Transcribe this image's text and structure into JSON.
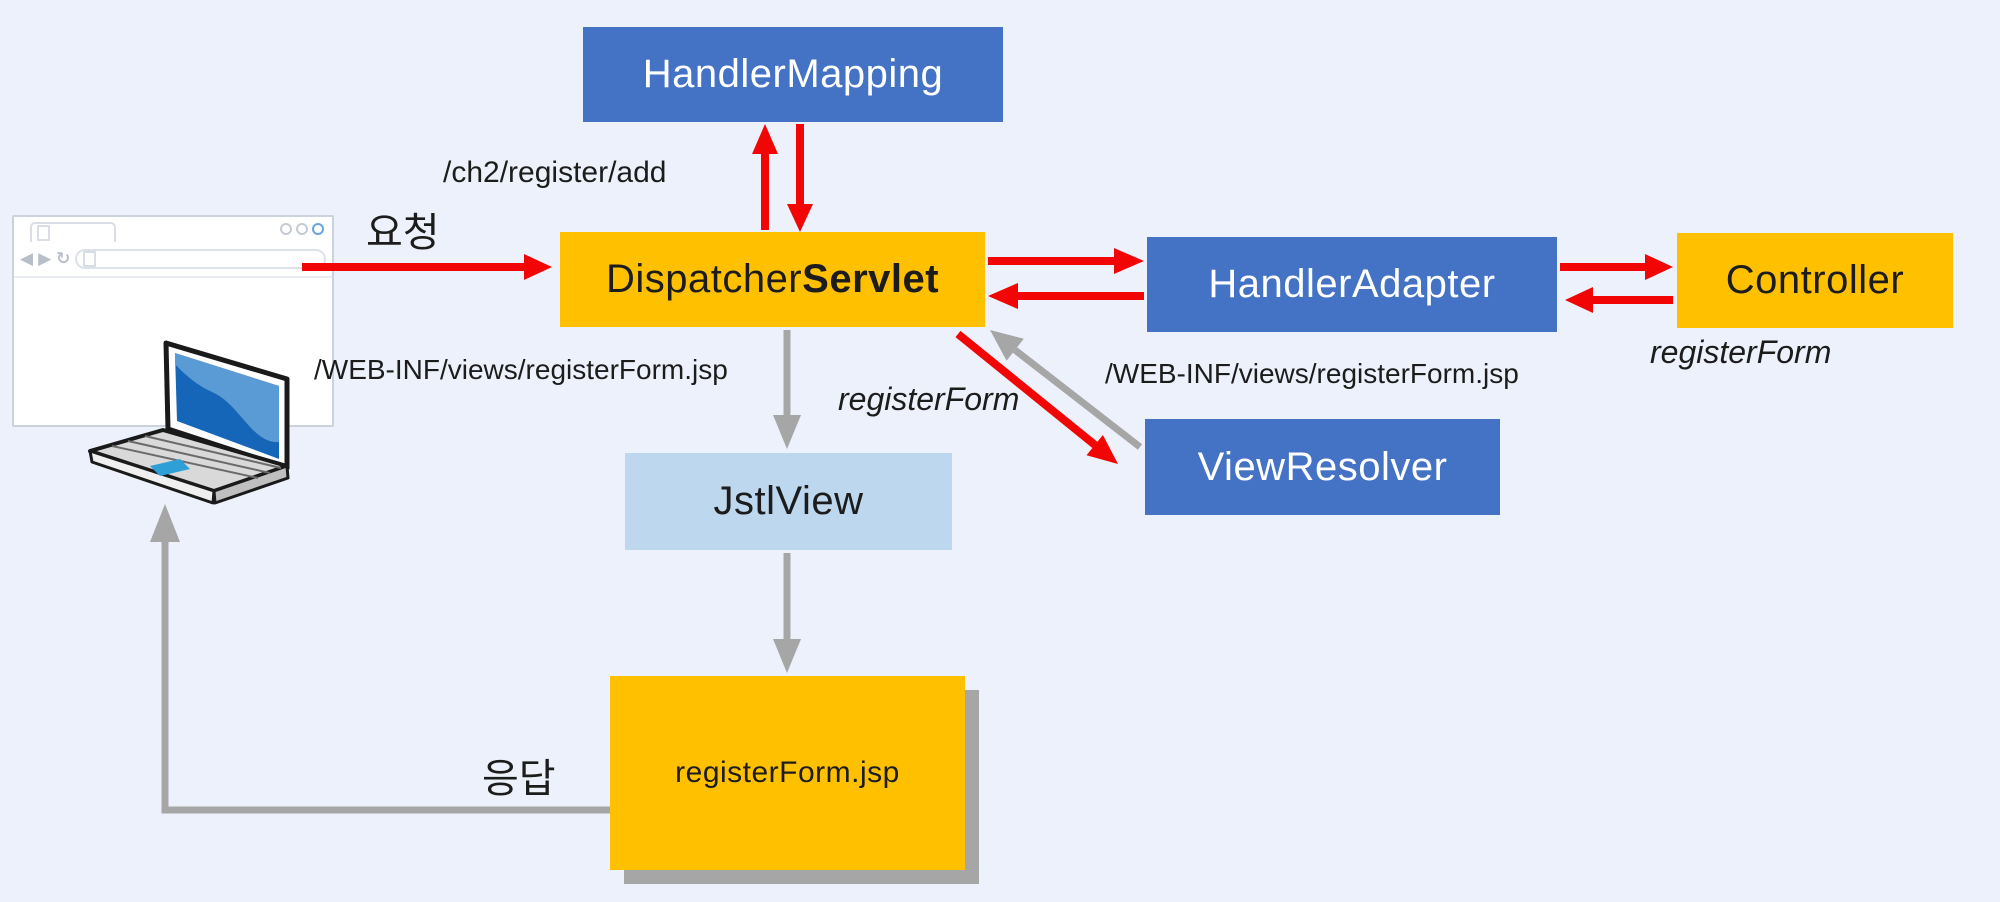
{
  "title": "Spring MVC request flow diagram",
  "colors": {
    "background": "#edf1fb",
    "box_blue": "#4472c4",
    "box_gold": "#ffc000",
    "box_lightblue": "#bdd7ee",
    "arrow_red": "#f20505",
    "arrow_gray": "#a6a6a6",
    "text_dark": "#1c1c1c",
    "text_white": "#ffffff",
    "shadow_gray": "#a6a6a6",
    "laptop_screen_dark": "#1565b8",
    "laptop_screen_light": "#5b9bd5",
    "laptop_body": "#d9d9d9",
    "laptop_touchpad": "#2f9fd8"
  },
  "nodes": {
    "handler_mapping": {
      "label": "HandlerMapping"
    },
    "dispatcher_servlet": {
      "label_regular": "Dispatcher",
      "label_bold": "Servlet"
    },
    "handler_adapter": {
      "label": "HandlerAdapter"
    },
    "controller": {
      "label": "Controller"
    },
    "view_resolver": {
      "label": "ViewResolver"
    },
    "jstl_view": {
      "label": "JstlView"
    },
    "register_form_page": {
      "label": "registerForm.jsp"
    }
  },
  "labels": {
    "request": "요청",
    "response": "응답",
    "mapping_path": "/ch2/register/add",
    "view_path_left": "/WEB-INF/views/registerForm.jsp",
    "view_path_right": "/WEB-INF/views/registerForm.jsp",
    "model_center": "registerForm",
    "model_controller": "registerForm"
  },
  "browser": {
    "icons": {
      "back": "◀",
      "forward": "▶",
      "refresh": "↻"
    }
  }
}
